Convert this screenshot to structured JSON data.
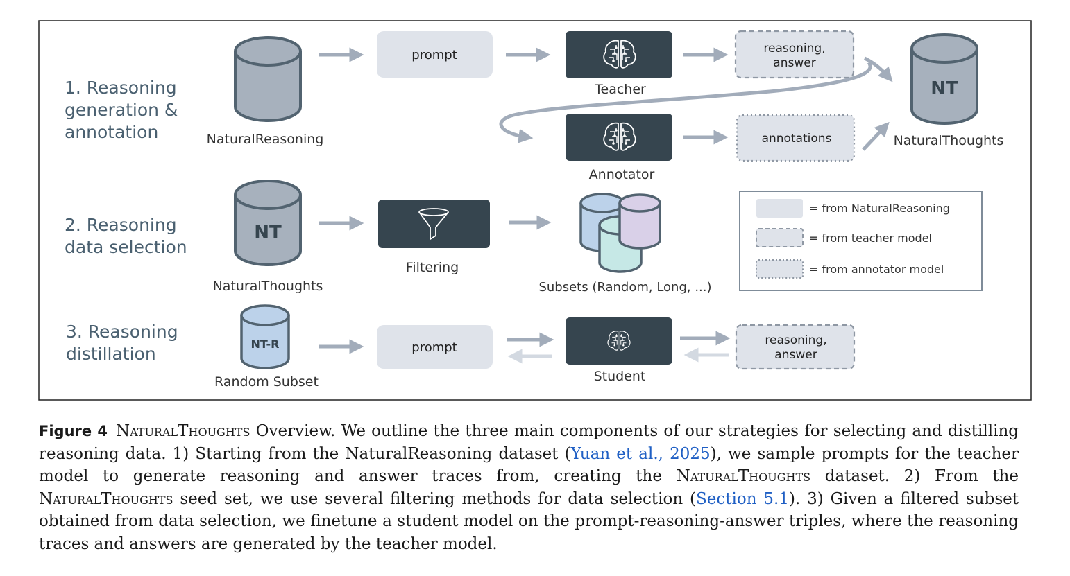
{
  "stages": {
    "s1": "1. Reasoning\ngeneration &\nannotation",
    "s2": "2. Reasoning\ndata selection",
    "s3": "3. Reasoning\ndistillation"
  },
  "nodes": {
    "natural_reasoning": "NaturalReasoning",
    "prompt": "prompt",
    "teacher": "Teacher",
    "reasoning_answer": "reasoning,\nanswer",
    "natural_thoughts": "NaturalThoughts",
    "nt_short": "NT",
    "annotator": "Annotator",
    "annotations": "annotations",
    "filtering": "Filtering",
    "subsets": "Subsets (Random, Long, ...)",
    "nt_r": "NT-R",
    "random_subset": "Random Subset",
    "student": "Student"
  },
  "legend": {
    "from_natural_reasoning": "=  from NaturalReasoning",
    "from_teacher": "=  from teacher model",
    "from_annotator": "=  from annotator model"
  },
  "caption": {
    "label": "Figure 4",
    "title_sc": "NaturalThoughts",
    "p1": " Overview. We outline the three main components of our strategies for selecting and distilling reasoning data. 1) Starting from the NaturalReasoning dataset (",
    "cite1": "Yuan et al., 2025",
    "p2": "), we sample prompts for the teacher model to generate reasoning and answer traces from, creating the ",
    "sc2": "NaturalThoughts",
    "p3": " dataset. 2) From the ",
    "sc3": "NaturalThoughts",
    "p4": " seed set, we use several filtering methods for data selection (",
    "cite2": "Section 5.1",
    "p5": "). 3) Given a filtered subset obtained from data selection, we finetune a student model on the prompt-reasoning-answer triples, where the reasoning traces and answers are generated by the teacher model."
  },
  "colors": {
    "dark_box": "#36454f",
    "light_box": "#dfe3ea",
    "cylinder_gray": "#a7b1bd",
    "cylinder_stroke": "#526370",
    "arrow": "#a2acba",
    "stage_text": "#4a6070",
    "subset_blue": "#bcd2ea",
    "subset_purple": "#d9d0e8",
    "subset_teal": "#c6e8e6"
  }
}
